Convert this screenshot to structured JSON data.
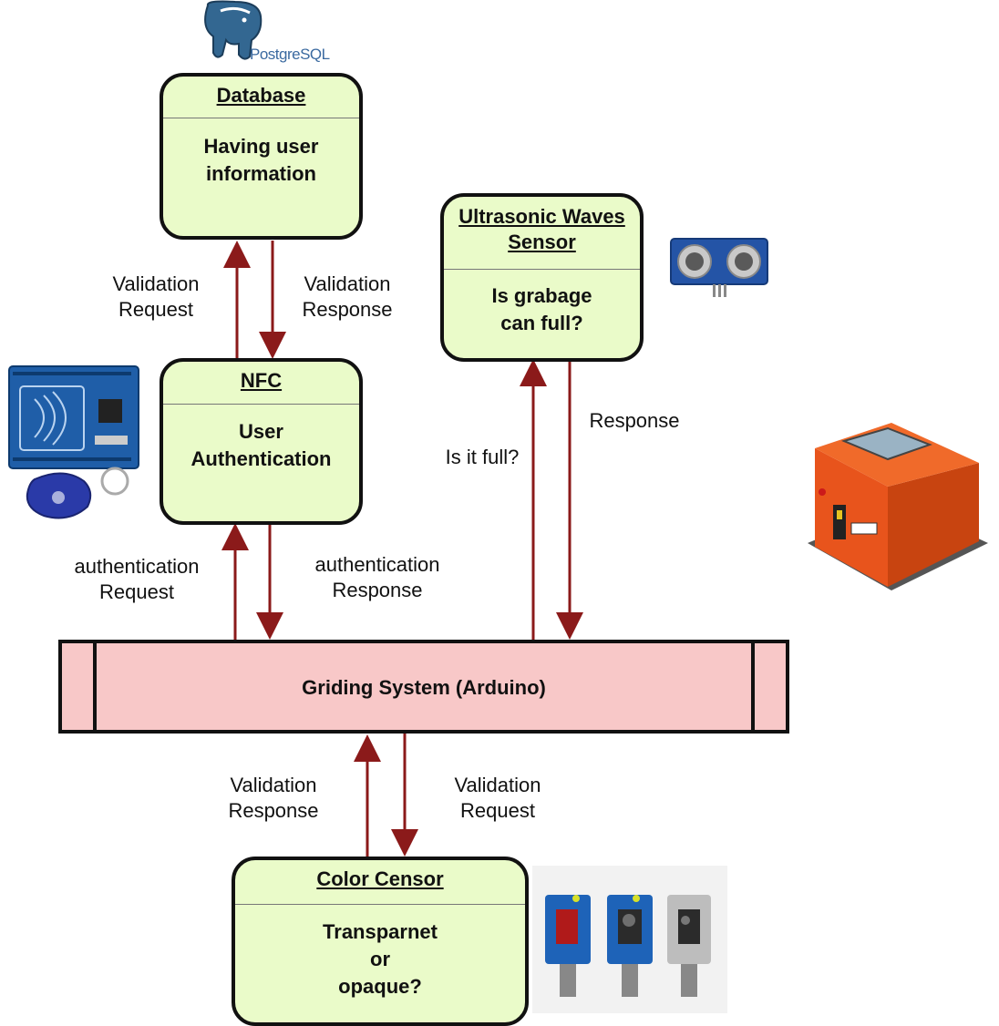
{
  "logo": {
    "text": "PostgreSQL"
  },
  "nodes": {
    "database": {
      "title": "Database",
      "line1": "Having user",
      "line2": "information"
    },
    "nfc": {
      "title": "NFC",
      "line1": "User",
      "line2": "Authentication"
    },
    "ultrasonic": {
      "title1": "Ultrasonic Waves",
      "title2": "Sensor",
      "line1": "Is grabage",
      "line2": "can full?"
    },
    "color": {
      "title": "Color Censor",
      "line1": "Transparnet",
      "line2": "or",
      "line3": "opaque?"
    }
  },
  "hub": {
    "label": "Griding System (Arduino)"
  },
  "edges": {
    "validation_request_top": {
      "line1": "Validation",
      "line2": "Request"
    },
    "validation_response_top": {
      "line1": "Validation",
      "line2": "Response"
    },
    "auth_request": {
      "line1": "authentication",
      "line2": "Request"
    },
    "auth_response": {
      "line1": "authentication",
      "line2": "Response"
    },
    "is_it_full": {
      "text": "Is it full?"
    },
    "response": {
      "text": "Response"
    },
    "validation_response_bottom": {
      "line1": "Validation",
      "line2": "Response"
    },
    "validation_request_bottom": {
      "line1": "Validation",
      "line2": "Request"
    }
  },
  "colors": {
    "node_fill": "#eafbc9",
    "hub_fill": "#f8c8c8",
    "arrow": "#8b1a1a",
    "outline": "#111111"
  }
}
